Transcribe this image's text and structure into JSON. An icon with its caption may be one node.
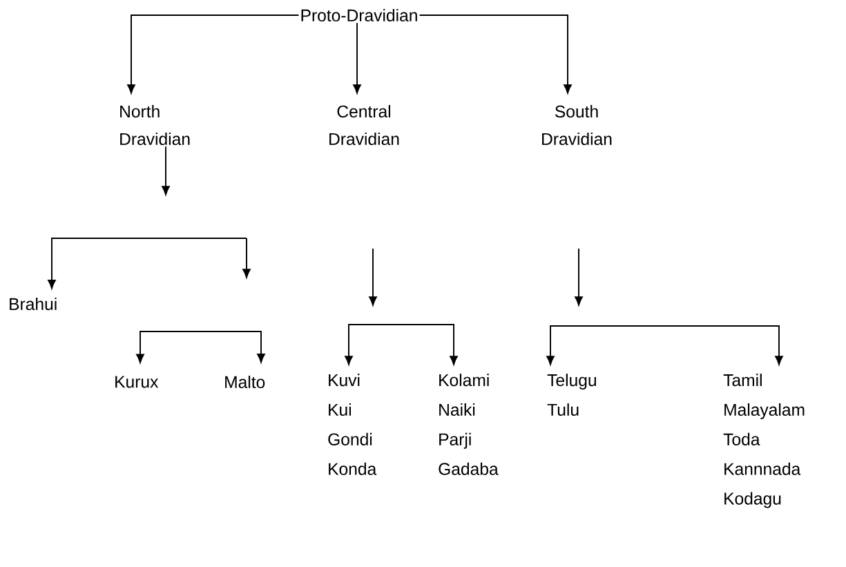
{
  "diagram": {
    "nodes": [
      {
        "text": [
          "Proto-Dravidian"
        ]
      },
      {
        "text": [
          "North Dravidian"
        ]
      },
      {
        "text": [
          "Central Dravidian"
        ]
      },
      {
        "text": [
          "South Dravidian"
        ]
      },
      {
        "text": [
          "Brahui"
        ]
      },
      {
        "text": [
          "Kurux"
        ]
      },
      {
        "text": [
          "Malto"
        ]
      },
      {
        "text": [
          "Kuvi",
          "Kui",
          "Gondi",
          "Konda"
        ]
      },
      {
        "text": [
          "Kolami",
          "Naiki",
          "Parji",
          "Gadaba"
        ]
      },
      {
        "text": [
          "Telugu",
          "Tulu"
        ]
      },
      {
        "text": [
          "Tamil",
          "Malayalam",
          "Toda",
          "Kannnada",
          "Kodagu"
        ]
      }
    ],
    "edges": [
      {
        "from": 0,
        "to": 1,
        "arrow": "to"
      },
      {
        "from": 0,
        "to": 2,
        "arrow": "to"
      },
      {
        "from": 0,
        "to": 3,
        "arrow": "to"
      },
      {
        "from": 1,
        "to": null,
        "arrow": "to"
      },
      {
        "from": null,
        "to": 4,
        "arrow": "to"
      },
      {
        "from": null,
        "to": 5,
        "arrow": "to"
      },
      {
        "from": null,
        "to": 6,
        "arrow": "to"
      },
      {
        "from": null,
        "to": 7,
        "arrow": "to"
      },
      {
        "from": null,
        "to": 8,
        "arrow": "to"
      },
      {
        "from": null,
        "to": 9,
        "arrow": "to"
      },
      {
        "from": null,
        "to": 10,
        "arrow": "to"
      }
    ]
  }
}
